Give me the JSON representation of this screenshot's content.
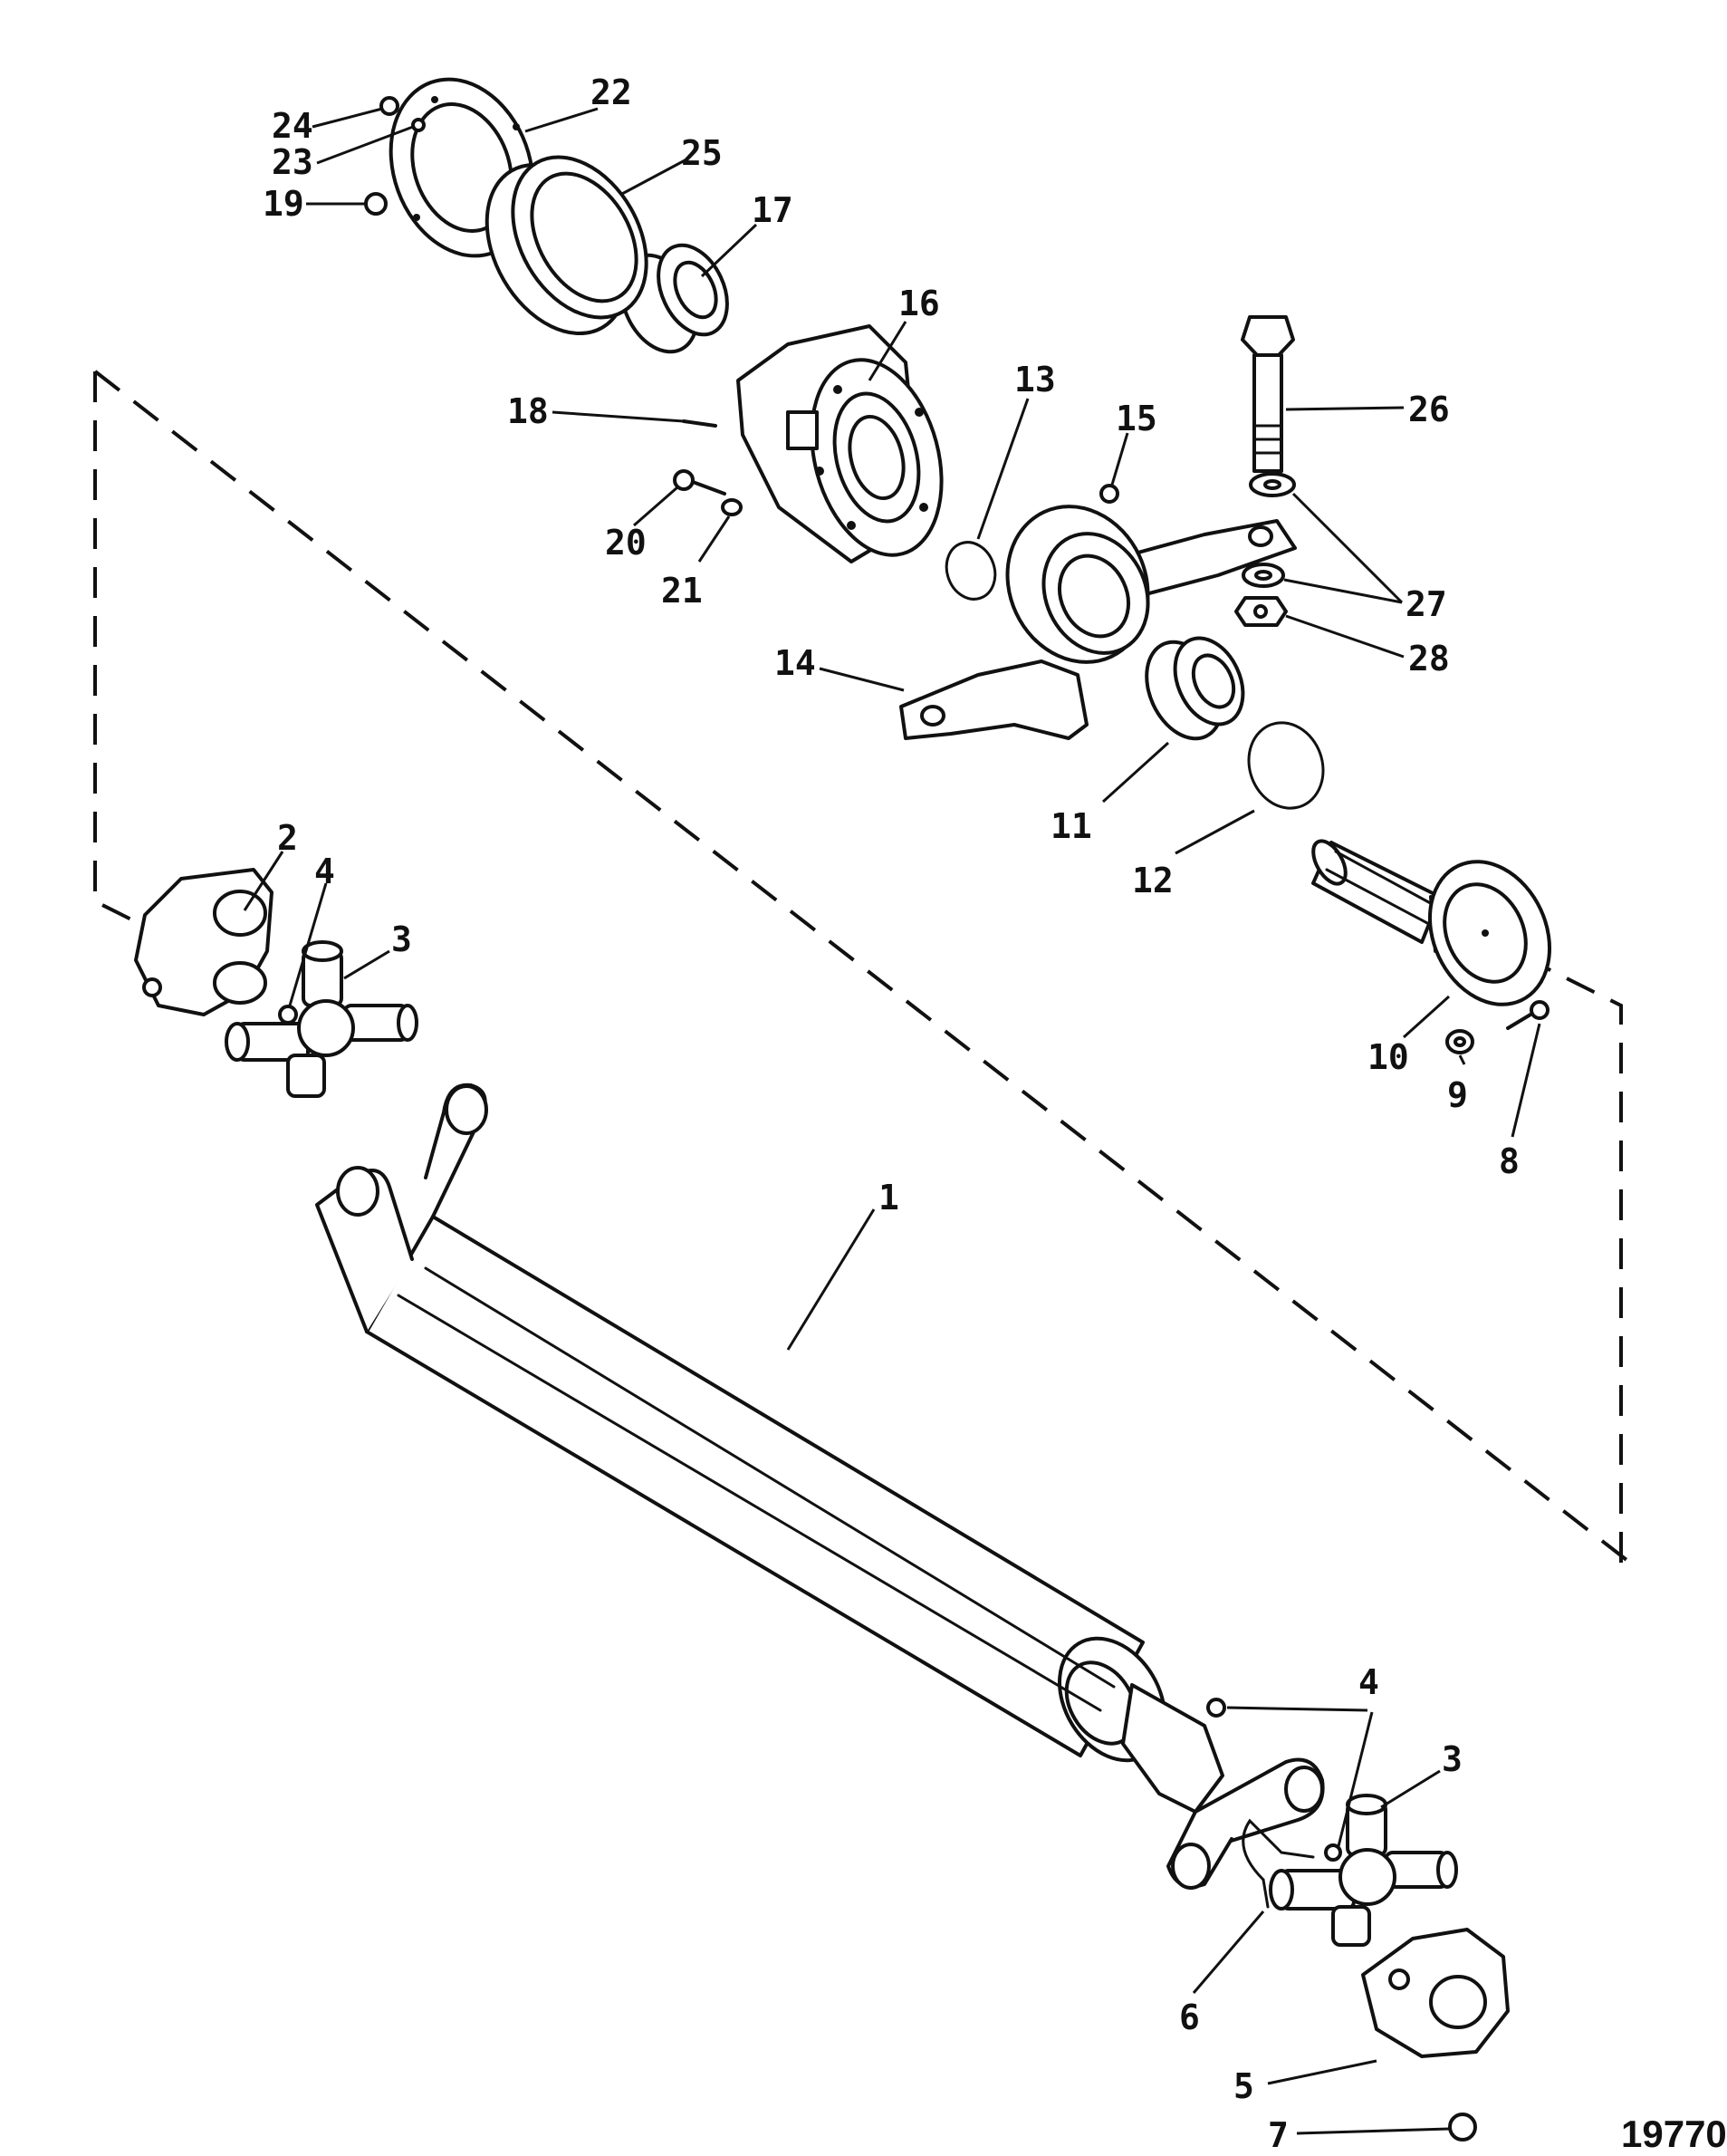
{
  "figure_number": "19770",
  "callouts": [
    {
      "id": "c1",
      "label": "1"
    },
    {
      "id": "c2",
      "label": "2"
    },
    {
      "id": "c3a",
      "label": "3"
    },
    {
      "id": "c3b",
      "label": "3"
    },
    {
      "id": "c4a",
      "label": "4"
    },
    {
      "id": "c4b",
      "label": "4"
    },
    {
      "id": "c5",
      "label": "5"
    },
    {
      "id": "c6",
      "label": "6"
    },
    {
      "id": "c7",
      "label": "7"
    },
    {
      "id": "c8",
      "label": "8"
    },
    {
      "id": "c9",
      "label": "9"
    },
    {
      "id": "c10",
      "label": "10"
    },
    {
      "id": "c11",
      "label": "11"
    },
    {
      "id": "c12",
      "label": "12"
    },
    {
      "id": "c13",
      "label": "13"
    },
    {
      "id": "c14",
      "label": "14"
    },
    {
      "id": "c15",
      "label": "15"
    },
    {
      "id": "c16",
      "label": "16"
    },
    {
      "id": "c17",
      "label": "17"
    },
    {
      "id": "c18",
      "label": "18"
    },
    {
      "id": "c19",
      "label": "19"
    },
    {
      "id": "c20",
      "label": "20"
    },
    {
      "id": "c21",
      "label": "21"
    },
    {
      "id": "c22",
      "label": "22"
    },
    {
      "id": "c23",
      "label": "23"
    },
    {
      "id": "c24",
      "label": "24"
    },
    {
      "id": "c25",
      "label": "25"
    },
    {
      "id": "c26",
      "label": "26"
    },
    {
      "id": "c27",
      "label": "27"
    },
    {
      "id": "c28",
      "label": "28"
    }
  ]
}
